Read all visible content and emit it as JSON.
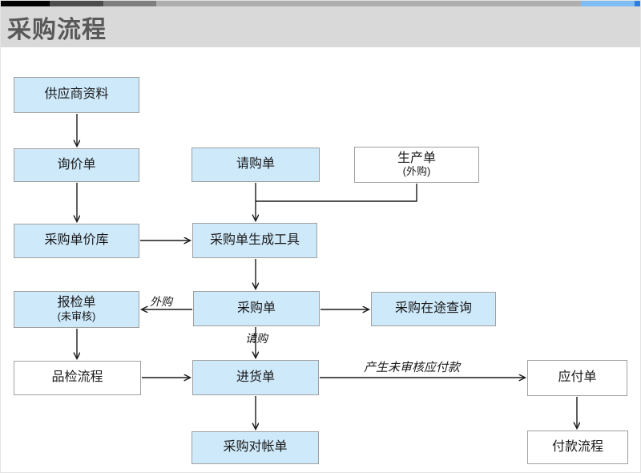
{
  "header": {
    "title": "采购流程"
  },
  "colors": {
    "title_band": "#d9d9d9",
    "title_text": "#595959",
    "node_fill_blue": "#cee9fa",
    "node_fill_white": "#ffffff",
    "node_border": "#a0a0a0",
    "node_text": "#1a1a1a",
    "line_color": "#1a1a1a"
  },
  "diagram": {
    "nodes": {
      "supplier_info": {
        "label": "供应商资料"
      },
      "inquiry": {
        "label": "询价单"
      },
      "price_library": {
        "label": "采购单价库"
      },
      "inspection_request": {
        "label": "报检单",
        "sublabel": "(未审核)"
      },
      "quality_process": {
        "label": "品检流程"
      },
      "purchase_requisition": {
        "label": "请购单"
      },
      "production_order": {
        "label": "生产单",
        "sublabel": "(外购)"
      },
      "po_generator": {
        "label": "采购单生成工具"
      },
      "purchase_order": {
        "label": "采购单"
      },
      "transit_query": {
        "label": "采购在途查询"
      },
      "goods_receipt": {
        "label": "进货单"
      },
      "purchase_statement": {
        "label": "采购对帐单"
      },
      "payable": {
        "label": "应付单"
      },
      "payment_process": {
        "label": "付款流程"
      }
    },
    "edge_labels": {
      "outsourced": "外购",
      "requisition": "请购",
      "generate_payable": "产生未审核应付款"
    }
  }
}
